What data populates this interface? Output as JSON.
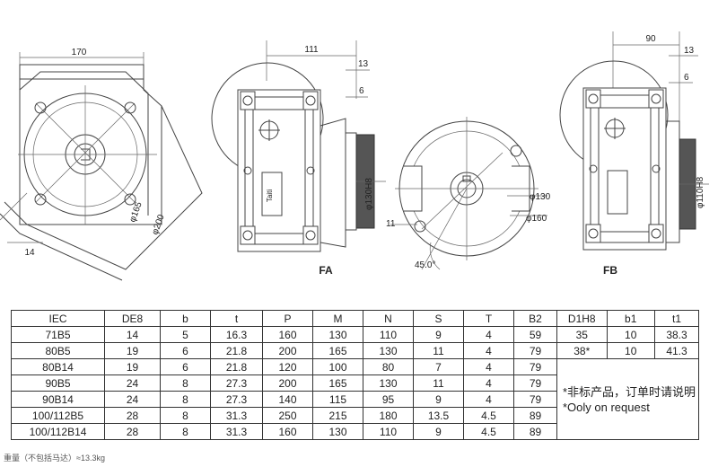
{
  "drawing": {
    "left_view": {
      "dim_width": "170",
      "dim_d1": "φ165",
      "dim_d2": "φ200",
      "dim_flange": "14"
    },
    "fa_view": {
      "label": "FA",
      "dim_len": "111",
      "dim_13": "13",
      "dim_6": "6",
      "dim_bore": "φ130H8",
      "brand": "Taiti"
    },
    "flange_view": {
      "dim_d1": "φ130",
      "dim_d2": "φ160",
      "dim_11": "11",
      "angle": "45.0°"
    },
    "fb_view": {
      "label": "FB",
      "dim_len": "90",
      "dim_13": "13",
      "dim_6": "6",
      "dim_bore": "φ110H8"
    }
  },
  "table": {
    "headers": [
      "IEC",
      "DE8",
      "b",
      "t",
      "P",
      "M",
      "N",
      "S",
      "T",
      "B2",
      "D1H8",
      "b1",
      "t1"
    ],
    "rows": [
      [
        "71B5",
        "14",
        "5",
        "16.3",
        "160",
        "130",
        "110",
        "9",
        "4",
        "59"
      ],
      [
        "80B5",
        "19",
        "6",
        "21.8",
        "200",
        "165",
        "130",
        "11",
        "4",
        "79"
      ],
      [
        "80B14",
        "19",
        "6",
        "21.8",
        "120",
        "100",
        "80",
        "7",
        "4",
        "79"
      ],
      [
        "90B5",
        "24",
        "8",
        "27.3",
        "200",
        "165",
        "130",
        "11",
        "4",
        "79"
      ],
      [
        "90B14",
        "24",
        "8",
        "27.3",
        "140",
        "115",
        "95",
        "9",
        "4",
        "79"
      ],
      [
        "100/112B5",
        "28",
        "8",
        "31.3",
        "250",
        "215",
        "180",
        "13.5",
        "4.5",
        "89"
      ],
      [
        "100/112B14",
        "28",
        "8",
        "31.3",
        "160",
        "130",
        "110",
        "9",
        "4.5",
        "89"
      ]
    ],
    "extra_rows": [
      [
        "35",
        "10",
        "38.3"
      ],
      [
        "38*",
        "10",
        "41.3"
      ]
    ],
    "note_cn": "*非标产品，订单时请说明",
    "note_en": "*Ooly on request"
  },
  "weight_label": "重量（不包括马达）≈13.3kg"
}
